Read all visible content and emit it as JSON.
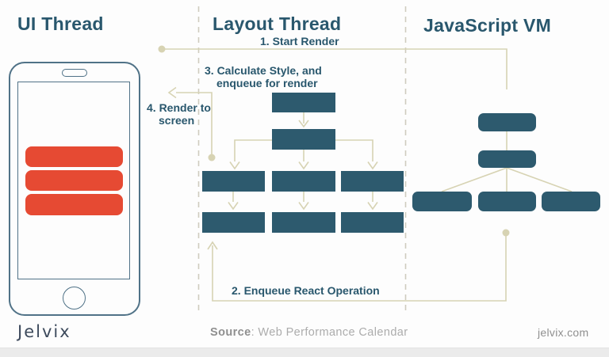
{
  "lanes": {
    "ui_thread": {
      "title": "UI Thread"
    },
    "layout_thread": {
      "title": "Layout Thread"
    },
    "javascript_vm": {
      "title": "JavaScript VM"
    }
  },
  "annotations": {
    "step1": "1. Start Render",
    "step2": "2. Enqueue React Operation",
    "step3_line1": "3. Calculate Style, and",
    "step3_line2": "enqueue for render",
    "step4_line1": "4. Render to",
    "step4_line2": "screen"
  },
  "footer": {
    "brand": "Jelvix",
    "source_label": "Source",
    "source_rest": ": Web Performance Calendar",
    "website": "jelvix.com"
  },
  "diagram": {
    "layout_thread_tree": {
      "shape": "rectangle",
      "levels": [
        1,
        1,
        3,
        3
      ]
    },
    "javascript_vm_tree": {
      "shape": "rounded-rectangle",
      "levels": [
        1,
        1,
        3
      ]
    },
    "phone_content_bars": 3
  },
  "colors": {
    "background": "#fdfdfd",
    "box": "#2d5a6e",
    "red": "#e64a33",
    "heading": "#29576d",
    "connector": "#d7d3b3",
    "dashed": "#cfccbf",
    "phone": "#507287",
    "gray_label": "#8f8f8f",
    "gray_rest": "#acacac",
    "strip": "#ebebeb"
  }
}
